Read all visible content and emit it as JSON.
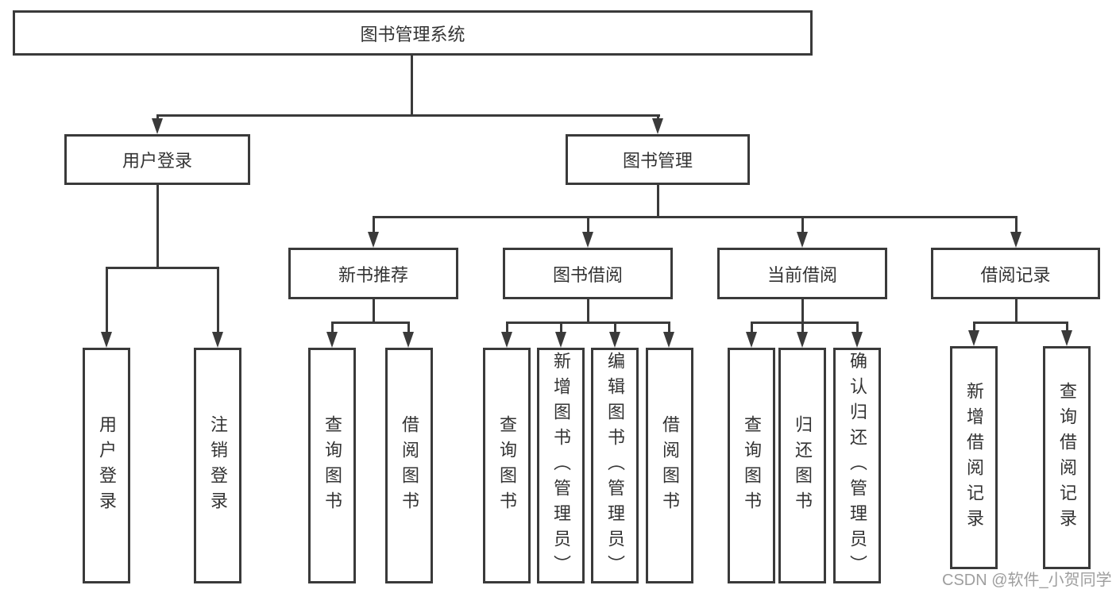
{
  "diagram": {
    "root": {
      "label": "图书管理系统"
    },
    "level2": [
      {
        "label": "用户登录"
      },
      {
        "label": "图书管理"
      }
    ],
    "level3": [
      {
        "label": "新书推荐"
      },
      {
        "label": "图书借阅"
      },
      {
        "label": "当前借阅"
      },
      {
        "label": "借阅记录"
      }
    ],
    "leaves": {
      "user_login": [
        "用户登录",
        "注销登录"
      ],
      "new_books": [
        "查询图书",
        "借阅图书"
      ],
      "borrow": [
        "查询图书",
        "新增图书（管理员）",
        "编辑图书（管理员）",
        "借阅图书"
      ],
      "current": [
        "查询图书",
        "归还图书",
        "确认归还（管理员）"
      ],
      "records": [
        "新增借阅记录",
        "查询借阅记录"
      ]
    }
  },
  "watermark": {
    "text": "CSDN @软件_小贺同学"
  },
  "colors": {
    "line": "#3a3a3a",
    "text": "#333333",
    "watermark": "#9e9e9e",
    "background": "#ffffff"
  }
}
